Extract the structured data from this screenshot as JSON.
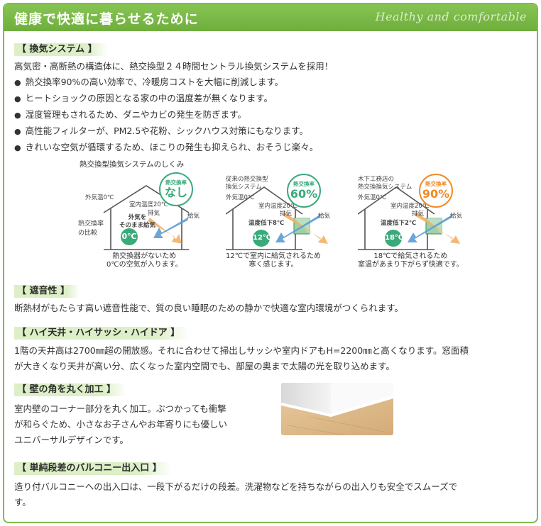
{
  "header": {
    "title": "健康で快適に暮らせるために",
    "subtitle": "Healthy and comfortable"
  },
  "ventilation": {
    "heading": "【 換気システム 】",
    "intro": "高気密・高断熱の構造体に、熱交換型２４時間セントラル換気システムを採用！",
    "bullets": [
      "熱交換率90%の高い効率で、冷暖房コストを大幅に削減します。",
      "ヒートショックの原因となる家の中の温度差が無くなります。",
      "湿度管理もされるため、ダニやカビの発生を防ぎます。",
      "高性能フィルターが、PM2.5や花粉、シックハウス対策にもなります。",
      "きれいな空気が循環するため、ほこりの発生も抑えられ、おそうじ楽々。"
    ],
    "diagram": {
      "title": "熱交換型換気システムのしくみ",
      "side_label": "熱交換率\nの比較",
      "panels": [
        {
          "rate_label": "熱交換率",
          "rate_value": "なし",
          "rate_color": "#3aaa7a",
          "outside_temp": "外気温0℃",
          "room_temp": "室内温度20℃",
          "exhaust": "排気",
          "supply": "給気",
          "inner_note": "外気を\nそのまま給気",
          "inner_temp": "0℃",
          "caption": "熱交換器がないため\n0℃の空気が入ります。"
        },
        {
          "name_label": "従来の熱交換型\n換気システム",
          "rate_label": "熱交換率",
          "rate_value": "60%",
          "rate_color": "#3aaa7a",
          "outside_temp": "外気温0℃",
          "room_temp": "室内温度20℃",
          "exhaust": "排気",
          "supply": "給気",
          "inner_note": "温度低下8℃",
          "inner_temp": "12℃",
          "caption": "12℃で室内に給気されるため\n寒く感じます。"
        },
        {
          "name_label": "木下工務店の\n熱交換換気システム",
          "rate_label": "熱交換率",
          "rate_value": "90%",
          "rate_color": "#f08a24",
          "outside_temp": "外気温0℃",
          "room_temp": "室内温度20℃",
          "exhaust": "排気",
          "supply": "給気",
          "inner_note": "温度低下2℃",
          "inner_temp": "18℃",
          "caption": "18℃で給気されるため\n室温があまり下がらず快適です。"
        }
      ]
    }
  },
  "soundproof": {
    "heading": "【 遮音性 】",
    "text": "断熱材がもたらす高い遮音性能で、質の良い睡眠のための静かで快適な室内環境がつくられます。"
  },
  "high": {
    "heading": "【 ハイ天井・ハイサッシ・ハイドア 】",
    "lines": [
      "1階の天井高は2700㎜超の開放感。それに合わせて掃出しサッシや室内ドアもH=2200㎜と高くなります。窓面積",
      "が大きくなり天井が高い分、広くなった室内空間でも、部屋の奥まで太陽の光を取り込めます。"
    ]
  },
  "corner": {
    "heading": "【 壁の角を丸く加工 】",
    "lines": [
      "室内壁のコーナー部分を丸く加工。ぶつかっても衝撃",
      "が和らぐため、小さなお子さんやお年寄りにも優しい",
      "ユニバーサルデザインです。"
    ]
  },
  "balcony": {
    "heading": "【 単純段差のバルコニー出入口 】",
    "lines": [
      "造り付バルコニーへの出入口は、一段下がるだけの段差。洗濯物などを持ちながらの出入りも安全でスムーズで",
      "す。"
    ]
  },
  "colors": {
    "brand_green": "#7cbd4a",
    "heading_bg": "#dcefc7",
    "arrow_blue": "#5b9bd5",
    "arrow_orange": "#f2b066"
  }
}
